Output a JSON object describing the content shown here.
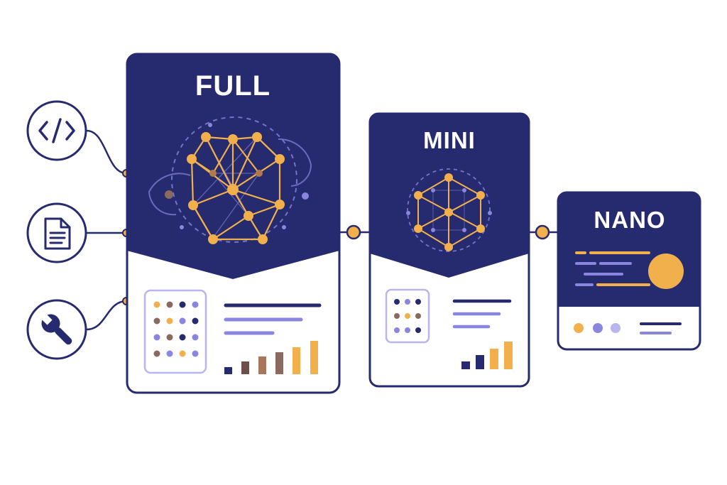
{
  "tiers": [
    {
      "id": "full",
      "title": "FULL"
    },
    {
      "id": "mini",
      "title": "MINI"
    },
    {
      "id": "nano",
      "title": "NANO"
    }
  ],
  "input_icons": [
    "code-icon",
    "document-icon",
    "wrench-icon"
  ],
  "colors": {
    "navy": "#262a6e",
    "orange": "#f2b04d",
    "lavender": "#8a86e0",
    "light_lavender": "#b9b5ee",
    "brown": "#8a6a60",
    "white": "#ffffff"
  }
}
